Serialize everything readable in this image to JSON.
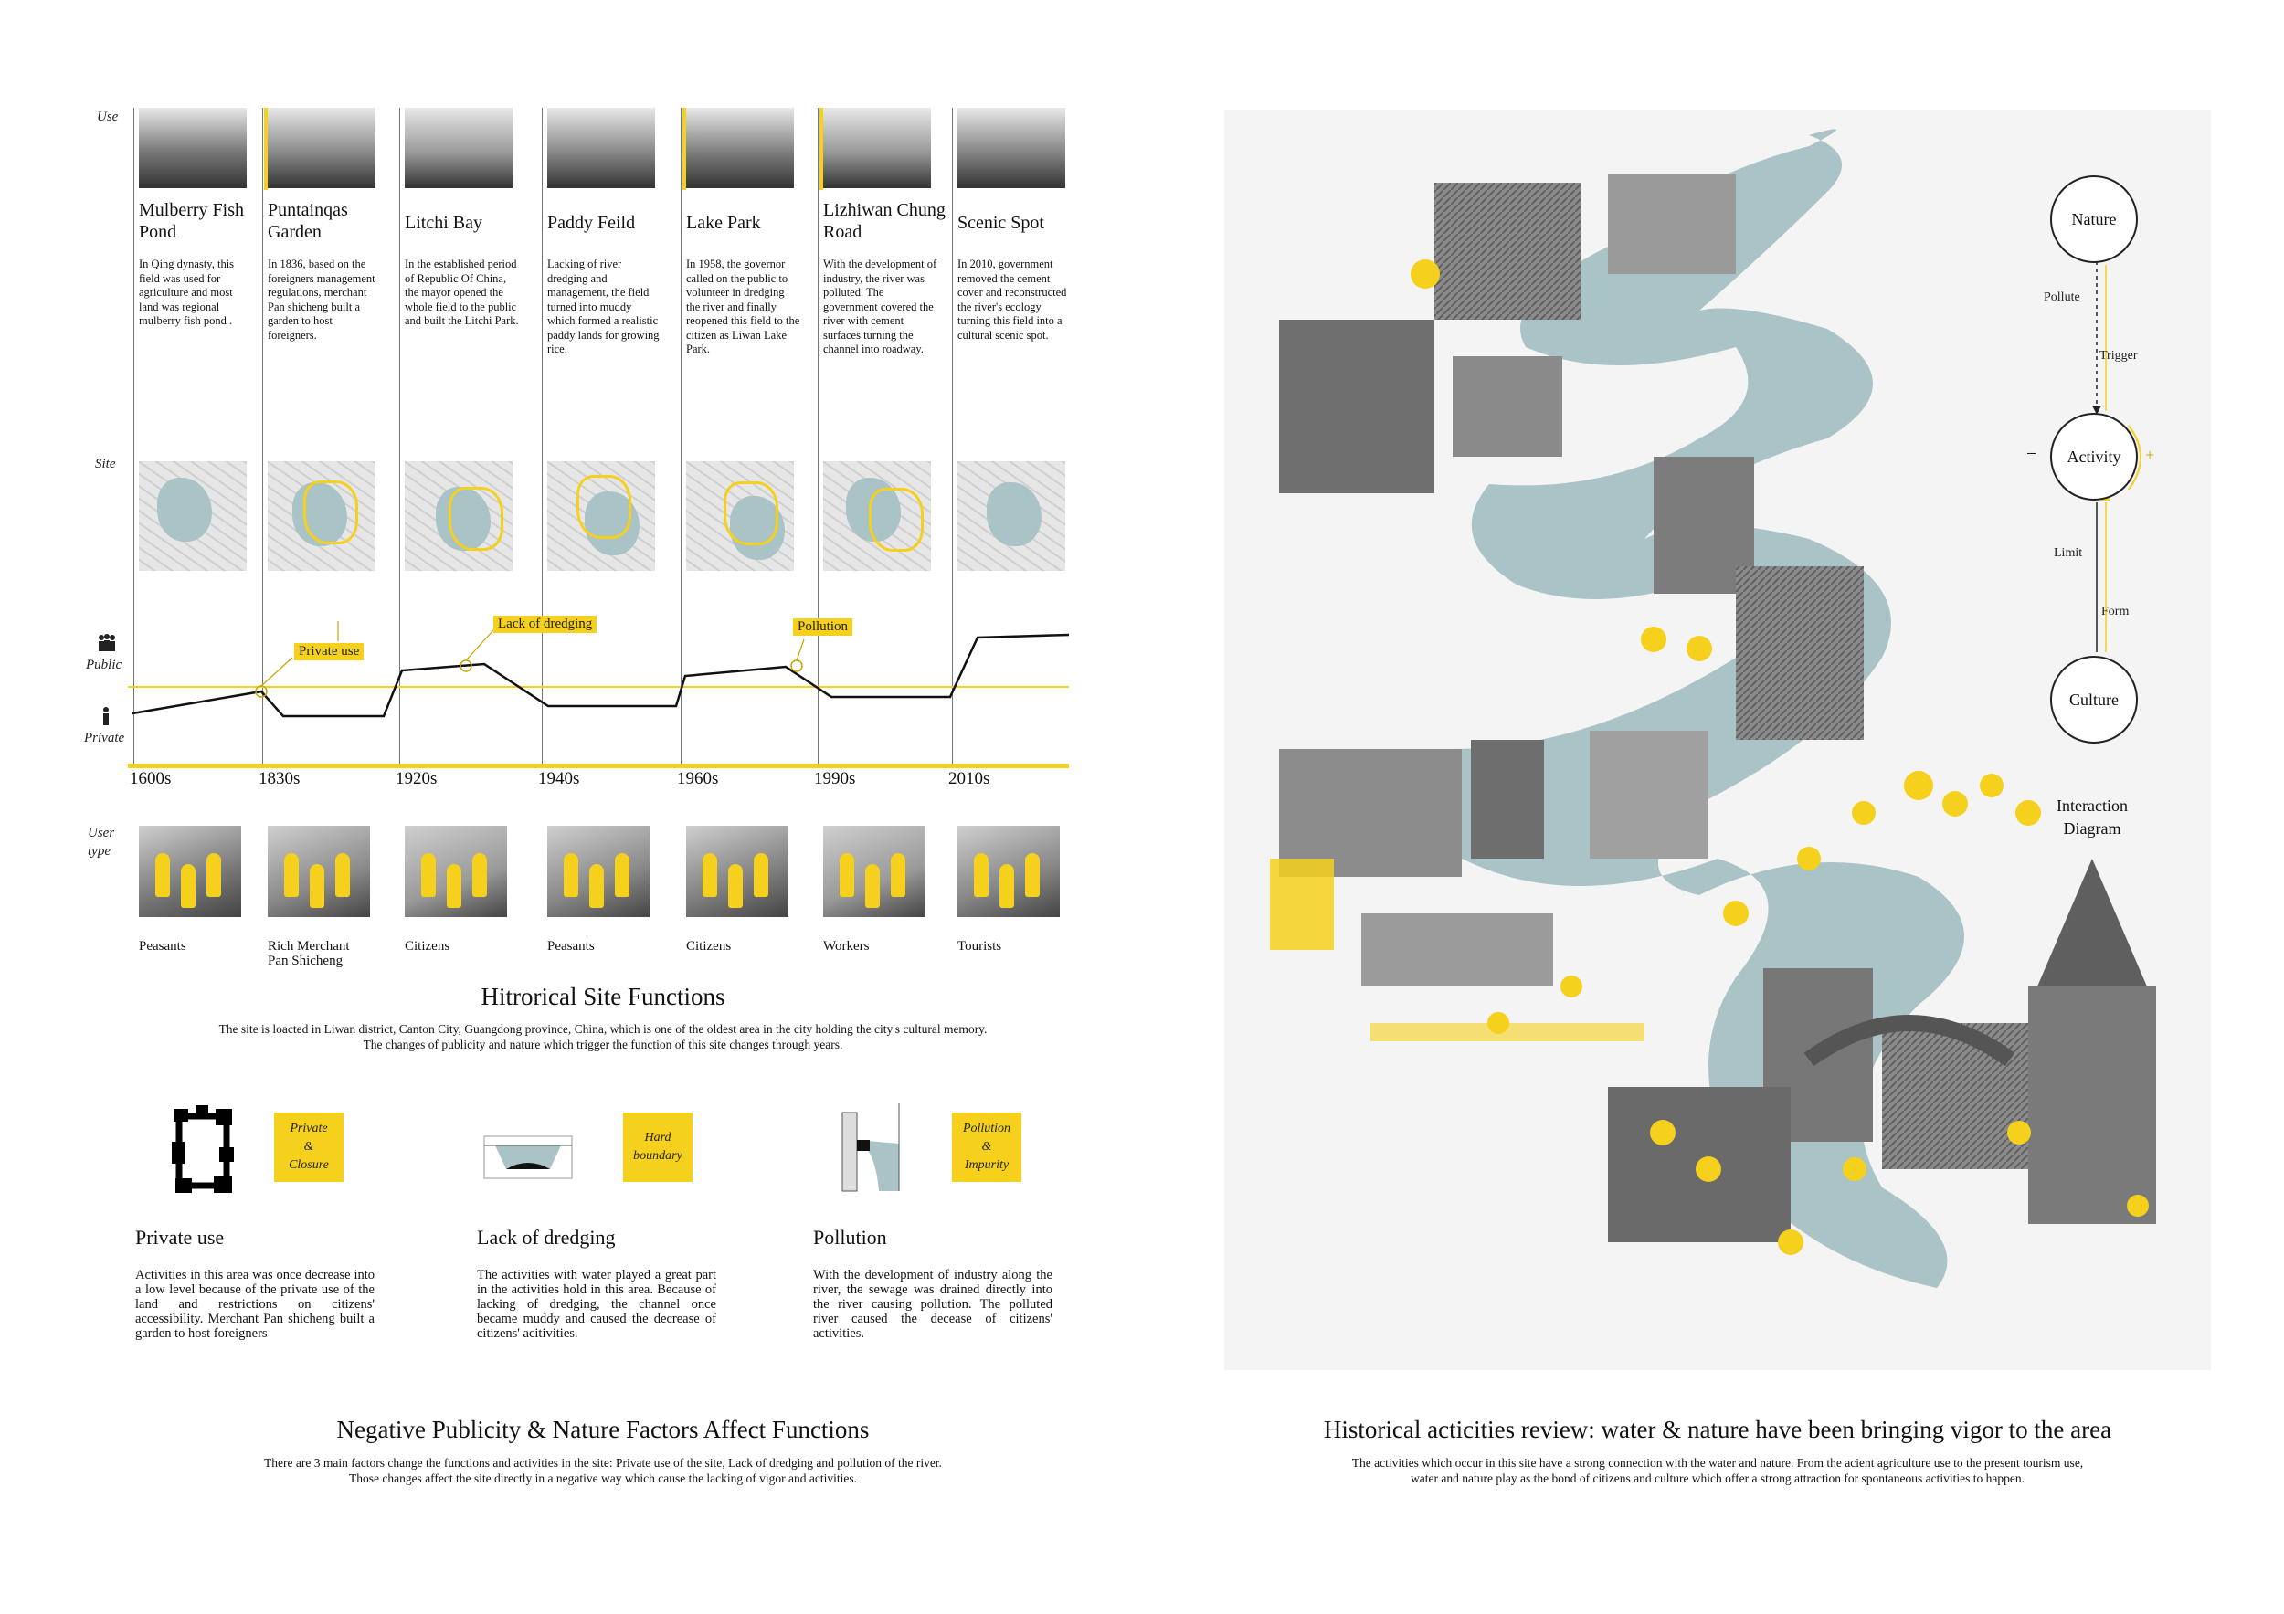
{
  "rows": {
    "use": "Use",
    "site": "Site",
    "public": "Public",
    "private": "Private",
    "user_type": "User\ntype"
  },
  "timeline": [
    {
      "decade": "1600s",
      "title": "Mulberry Fish Pond",
      "desc": "In Qing dynasty, this field was used for agriculture and most land was regional mulberry fish pond .",
      "user": "Peasants"
    },
    {
      "decade": "1830s",
      "title": "Puntainqas Garden",
      "desc": "In 1836, based on the foreigners management regulations, merchant Pan shicheng built a garden to host foreigners.",
      "user": "Rich Merchant\nPan Shicheng"
    },
    {
      "decade": "1920s",
      "title": "Litchi Bay",
      "desc": "In the established period of Republic Of China, the mayor opened the whole field to the public and built the Litchi Park.",
      "user": "Citizens"
    },
    {
      "decade": "1940s",
      "title": "Paddy Feild",
      "desc": "Lacking of river dredging and management, the field turned into muddy which formed a realistic paddy lands for growing rice.",
      "user": "Peasants"
    },
    {
      "decade": "1960s",
      "title": "Lake Park",
      "desc": "In 1958, the governor called on the public to volunteer in dredging the river and finally reopened this field to the citizen as Liwan Lake Park.",
      "user": "Citizens"
    },
    {
      "decade": "1990s",
      "title": "Lizhiwan Chung Road",
      "desc": "With the development of industry, the river was polluted. The government covered the river with cement surfaces turning the channel into roadway.",
      "user": "Workers"
    },
    {
      "decade": "2010s",
      "title": "Scenic Spot",
      "desc": "In 2010, government removed the cement cover and reconstructed the river's ecology turning this field into a cultural scenic spot.",
      "user": "Tourists"
    }
  ],
  "callouts": {
    "private_use": "Private use",
    "lack_of_dredging": "Lack of dredging",
    "pollution": "Pollution"
  },
  "historical": {
    "title": "Hitrorical Site Functions",
    "desc": "The site is loacted in Liwan district, Canton City, Guangdong province, China, which is one of the oldest area in the city holding the city's cultural memory.\nThe changes of publicity and nature which trigger the function of this site changes through years."
  },
  "factors": [
    {
      "box": "Private\n&\nClosure",
      "title": "Private use",
      "desc": "Activities in this area was once decrease into a low level because of the private use of the land and restrictions on citizens' accessibility. Merchant Pan shicheng built a garden to host foreigners"
    },
    {
      "box": "Hard\nboundary",
      "title": "Lack of dredging",
      "desc": "The activities with water played a great part in the activities hold in this area. Because of lacking of dredging, the channel once became muddy and caused the decrease of citizens' acitivities."
    },
    {
      "box": "Pollution\n&\nImpurity",
      "title": "Pollution",
      "desc": "With the development of industry along the river, the sewage was drained directly into the river causing pollution. The polluted river caused the decease of citizens' activities."
    }
  ],
  "negative": {
    "title": "Negative Publicity  & Nature Factors Affect Functions",
    "desc": "There are 3 main factors change the functions and activities in the site: Private use of the site, Lack of dredging and pollution of the river.\nThose changes affect the site directly in a negative way which cause the lacking of vigor and activities."
  },
  "interaction": {
    "nodes": {
      "nature": "Nature",
      "activity": "Activity",
      "culture": "Culture"
    },
    "edges": {
      "pollute": "Pollute",
      "trigger": "Trigger",
      "limit": "Limit",
      "form": "Form"
    },
    "minus": "−",
    "plus": "+",
    "caption": "Interaction\nDiagram"
  },
  "review": {
    "title": "Historical acticities review: water & nature have been bringing vigor to the area",
    "desc": "The activities which occur in this site have a strong connection with the water and nature. From the acient agriculture use to the present tourism use,\nwater and nature play as the bond of citizens and culture which offer a strong attraction for spontaneous activities to happen."
  },
  "colors": {
    "accent": "#f5d01c",
    "water": "#aac3c6",
    "line": "#111111",
    "panel": "#f4f4f4"
  }
}
